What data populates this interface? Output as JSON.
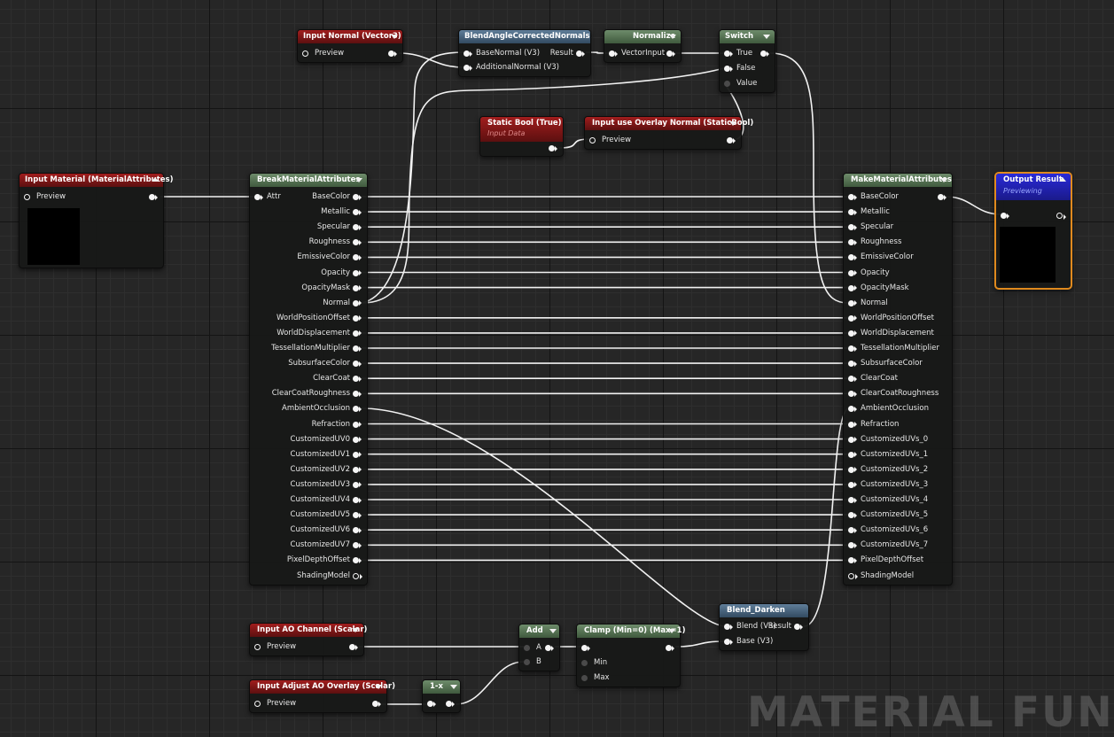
{
  "colors": {
    "graph_bg": "#262626",
    "input_header": "#a11d1d",
    "function_header": "#6e8c6b",
    "blend_header": "#5f7e9a",
    "output_header": "#2323c8",
    "output_border": "#e08a1e",
    "wire": "#f2f2f2"
  },
  "nodes": {
    "input_material": {
      "title": "Input Material (MaterialAttributes)",
      "preview": "Preview"
    },
    "input_normal": {
      "title": "Input Normal (Vector3)",
      "preview": "Preview"
    },
    "blend_angle": {
      "title": "BlendAngleCorrectedNormals",
      "base_normal": "BaseNormal (V3)",
      "additional_normal": "AdditionalNormal (V3)",
      "result": "Result"
    },
    "normalize": {
      "title": "Normalize",
      "vector_input": "VectorInput"
    },
    "switch": {
      "title": "Switch",
      "true_label": "True",
      "false_label": "False",
      "value_label": "Value"
    },
    "static_bool": {
      "title": "Static Bool (True)",
      "subtitle": "Input Data"
    },
    "input_overlay": {
      "title": "Input use Overlay Normal (StaticBool)",
      "preview": "Preview"
    },
    "break": {
      "title": "BreakMaterialAttributes",
      "attr": "Attr",
      "outputs": [
        "BaseColor",
        "Metallic",
        "Specular",
        "Roughness",
        "EmissiveColor",
        "Opacity",
        "OpacityMask",
        "Normal",
        "WorldPositionOffset",
        "WorldDisplacement",
        "TessellationMultiplier",
        "SubsurfaceColor",
        "ClearCoat",
        "ClearCoatRoughness",
        "AmbientOcclusion",
        "Refraction",
        "CustomizedUV0",
        "CustomizedUV1",
        "CustomizedUV2",
        "CustomizedUV3",
        "CustomizedUV4",
        "CustomizedUV5",
        "CustomizedUV6",
        "CustomizedUV7",
        "PixelDepthOffset",
        "ShadingModel"
      ]
    },
    "make": {
      "title": "MakeMaterialAttributes",
      "inputs": [
        "BaseColor",
        "Metallic",
        "Specular",
        "Roughness",
        "EmissiveColor",
        "Opacity",
        "OpacityMask",
        "Normal",
        "WorldPositionOffset",
        "WorldDisplacement",
        "TessellationMultiplier",
        "SubsurfaceColor",
        "ClearCoat",
        "ClearCoatRoughness",
        "AmbientOcclusion",
        "Refraction",
        "CustomizedUVs_0",
        "CustomizedUVs_1",
        "CustomizedUVs_2",
        "CustomizedUVs_3",
        "CustomizedUVs_4",
        "CustomizedUVs_5",
        "CustomizedUVs_6",
        "CustomizedUVs_7",
        "PixelDepthOffset",
        "ShadingModel"
      ]
    },
    "output_result": {
      "title": "Output Result",
      "subtitle": "Previewing"
    },
    "input_ao": {
      "title": "Input AO Channel (Scalar)",
      "preview": "Preview"
    },
    "input_adjust": {
      "title": "Input Adjust AO Overlay (Scalar)",
      "preview": "Preview"
    },
    "one_minus": {
      "title": "1-x"
    },
    "add": {
      "title": "Add",
      "a": "A",
      "b": "B"
    },
    "clamp": {
      "title": "Clamp (Min=0) (Max=1)",
      "min": "Min",
      "max": "Max"
    },
    "blend_darken": {
      "title": "Blend_Darken",
      "blend": "Blend (V3)",
      "base": "Base (V3)",
      "result": "Result"
    }
  },
  "watermark": "MATERIAL FUN"
}
